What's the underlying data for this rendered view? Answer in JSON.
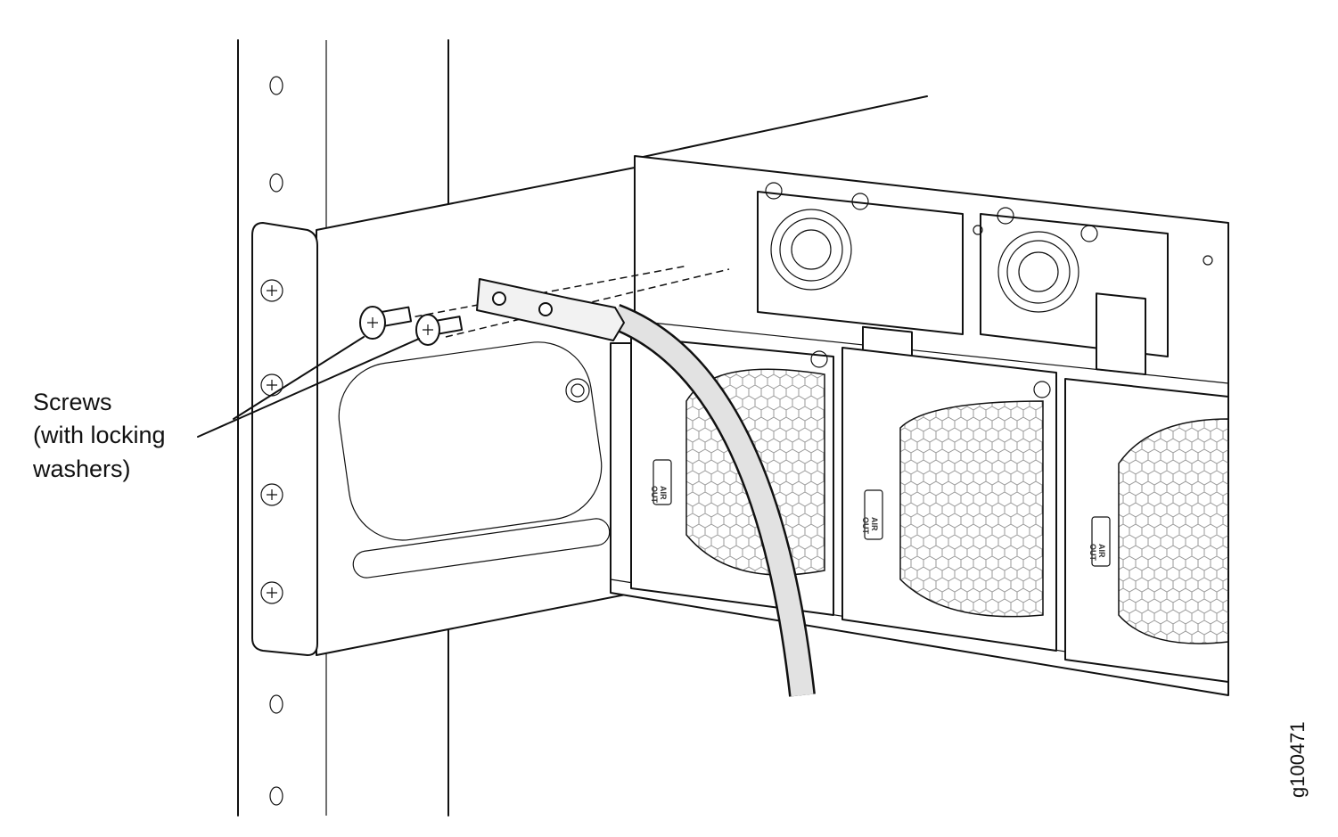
{
  "callout": {
    "line1": "Screws",
    "line2": "(with locking",
    "line3": "washers)"
  },
  "figure_id": "g100471",
  "fan_labels": [
    {
      "line1": "AIR",
      "line2": "OUT"
    },
    {
      "line1": "AIR",
      "line2": "OUT"
    },
    {
      "line1": "AIR",
      "line2": "OUT"
    }
  ],
  "colors": {
    "line": "#111111",
    "cable": "#e2e2e2",
    "mesh": "#9a9a9a"
  }
}
